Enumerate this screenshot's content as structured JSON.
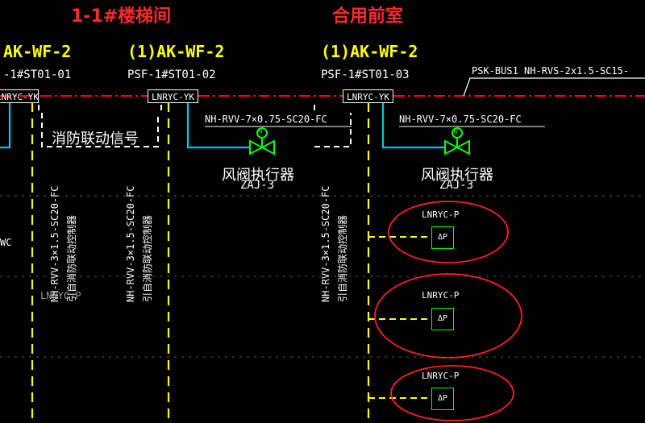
{
  "zones": {
    "left_title": "1-1#楼梯间",
    "right_title": "合用前室"
  },
  "panels": [
    {
      "ak": "AK-WF-2",
      "psf": "-1#ST01-01",
      "box": "LNRYC-YK"
    },
    {
      "ak": "(1)AK-WF-2",
      "psf": "PSF-1#ST01-02",
      "box": "LNRYC-YK"
    },
    {
      "ak": "(1)AK-WF-2",
      "psf": "PSF-1#ST01-03",
      "box": "LNRYC-YK"
    }
  ],
  "bus_label": "PSK-BUS1 NH-RVS-2x1.5-SC15-",
  "cable_labels": [
    "NH-RVV-7×0.75-SC20-FC",
    "NH-RVV-7×0.75-SC20-FC"
  ],
  "linkage_signal": "消防联动信号",
  "valves": [
    {
      "name": "风阀执行器",
      "code": "ZAJ-3",
      "symbol": "M"
    },
    {
      "name": "风阀执行器",
      "code": "ZAJ-3",
      "symbol": "M"
    }
  ],
  "vertical_cables": [
    {
      "cable": "NH-RVV-3×1.5-SC20-FC",
      "note": "引自消防联动控制器"
    },
    {
      "cable": "NH-RVV-3×1.5-SC20-FC",
      "note": "引自消防联动控制器"
    },
    {
      "cable": "NH-RVV-3×1.5-SC20-FC",
      "note": "引自消防联动控制器"
    }
  ],
  "partial_left_label": "WC",
  "faded_label": "LNRYC-P",
  "sensors": [
    {
      "label": "LNRYC-P",
      "symbol": "ΔP"
    },
    {
      "label": "LNRYC-P",
      "symbol": "ΔP"
    },
    {
      "label": "LNRYC-P",
      "symbol": "ΔP"
    }
  ],
  "colors": {
    "background": "#000000",
    "title": "#ff2a2a",
    "bus": "#ff0000",
    "control": "#ffff00",
    "cable": "#00c8e6",
    "valve": "#00ff00",
    "highlight_ring": "#ff2020",
    "text": "#ffffff"
  }
}
